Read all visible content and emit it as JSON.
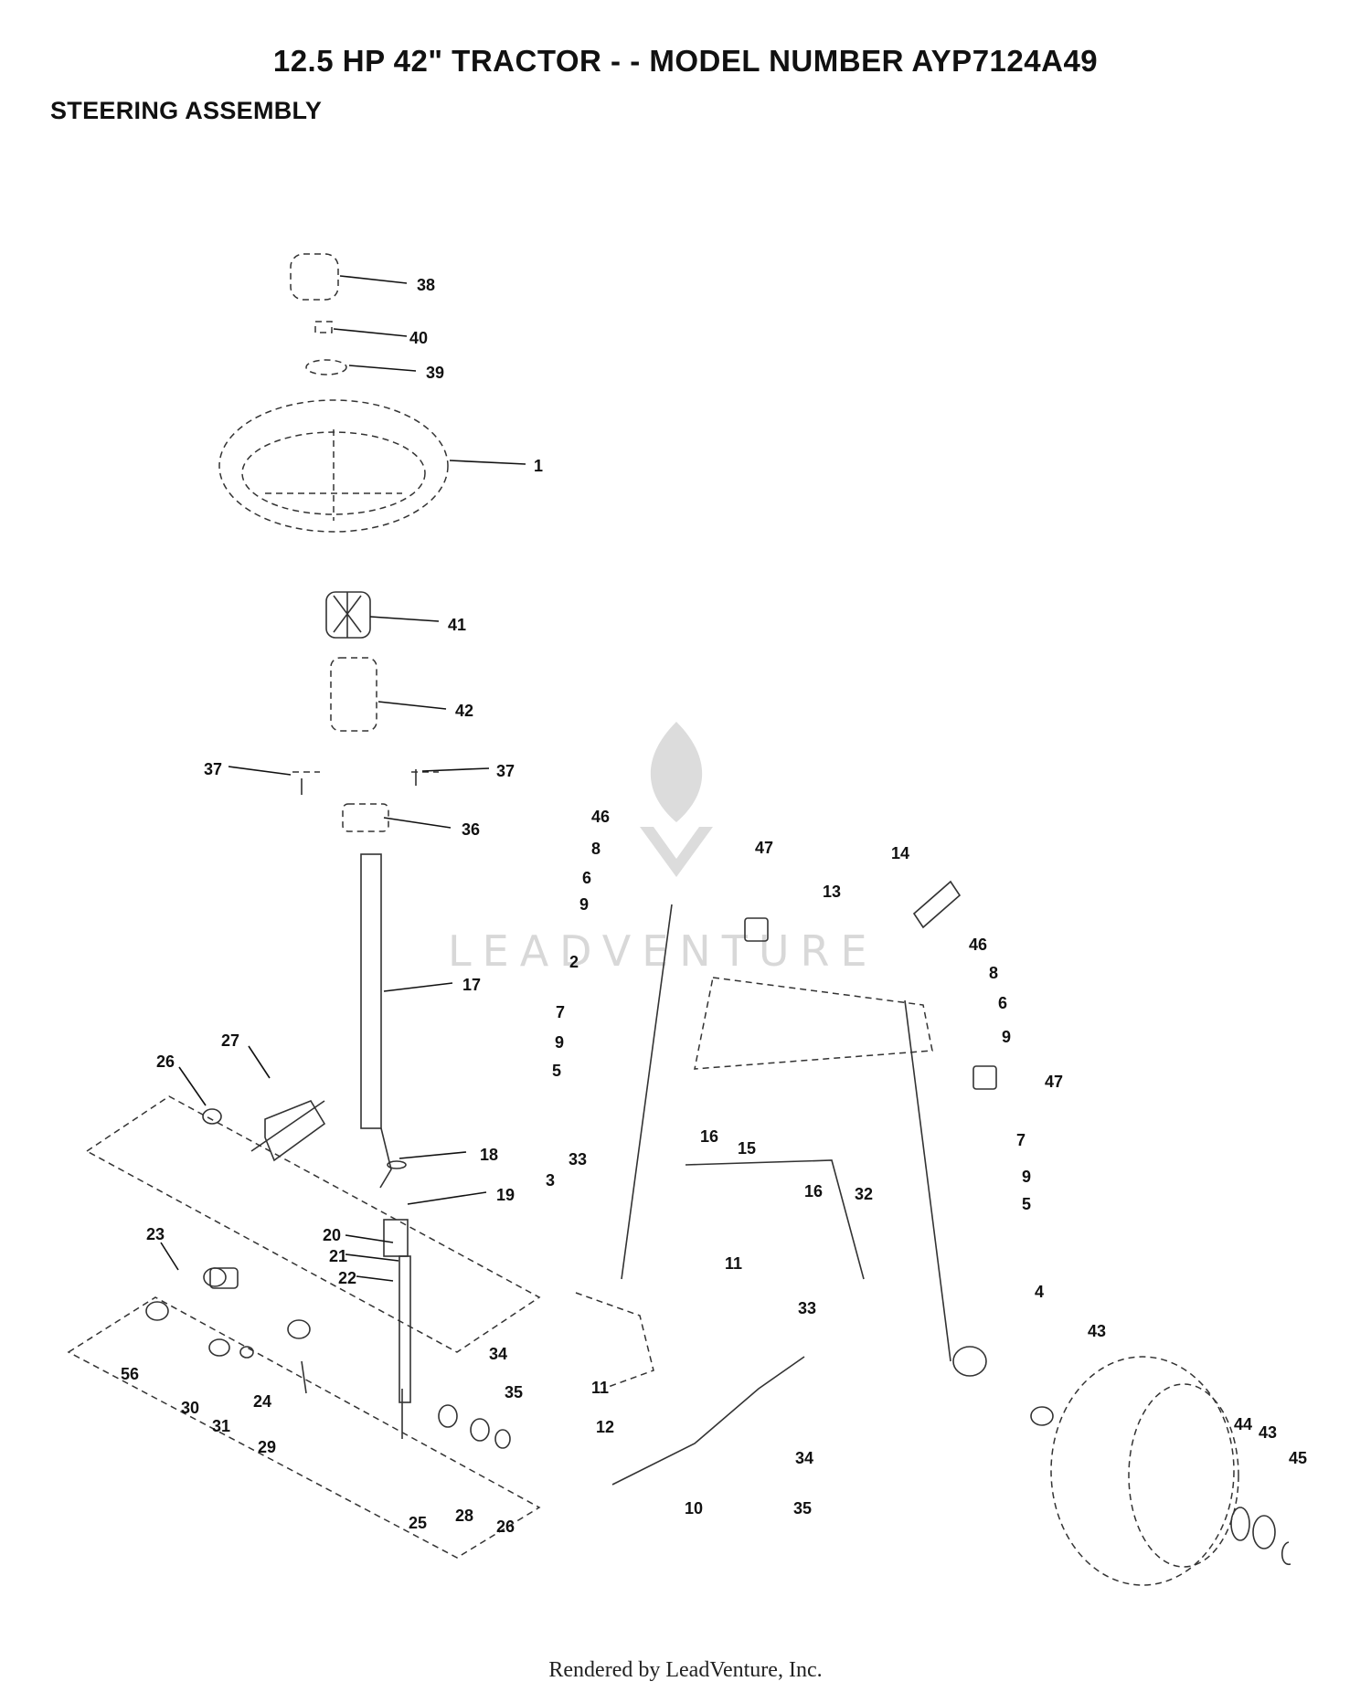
{
  "title": "12.5 HP 42\" TRACTOR - - MODEL NUMBER AYP7124A49",
  "subtitle": "STEERING ASSEMBLY",
  "footer": "Rendered by LeadVenture, Inc.",
  "watermark": "LEADVENTURE",
  "callouts": [
    "38",
    "40",
    "39",
    "1",
    "41",
    "42",
    "37",
    "37",
    "36",
    "17",
    "27",
    "26",
    "18",
    "19",
    "20",
    "21",
    "22",
    "23",
    "56",
    "30",
    "31",
    "24",
    "29",
    "25",
    "28",
    "26",
    "3",
    "33",
    "34",
    "35",
    "11",
    "11",
    "12",
    "10",
    "46",
    "8",
    "6",
    "9",
    "2",
    "7",
    "9",
    "5",
    "16",
    "47",
    "15",
    "16",
    "14",
    "13",
    "46",
    "8",
    "6",
    "9",
    "47",
    "7",
    "9",
    "5",
    "32",
    "33",
    "34",
    "35",
    "4",
    "43",
    "44",
    "43",
    "45"
  ]
}
